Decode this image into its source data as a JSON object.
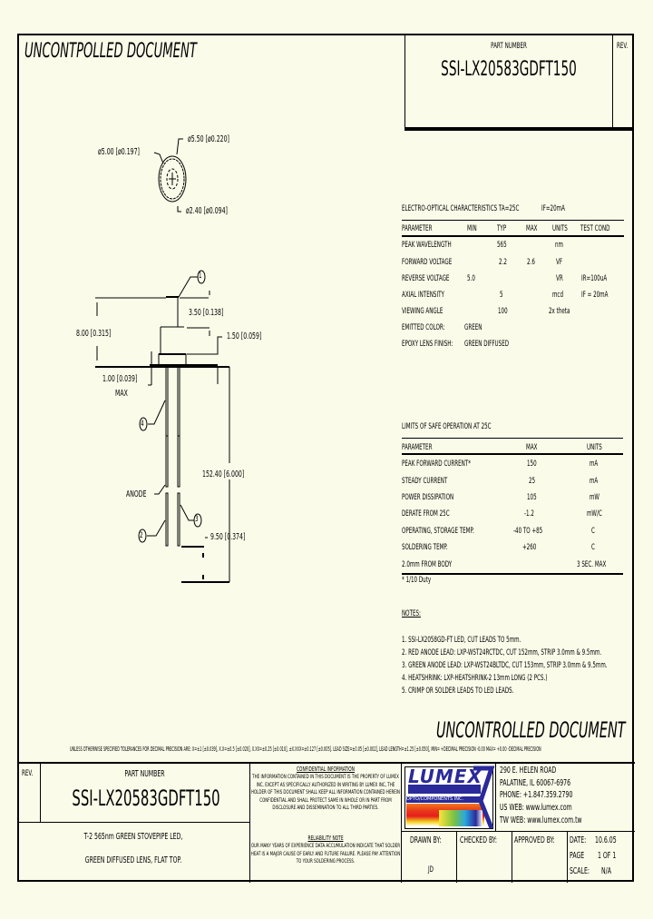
{
  "header": {
    "watermark": "UNCONTPOLLED DOCUMENT",
    "part_number_label": "PART NUMBER",
    "part_number": "SSI-LX20583GDFT150",
    "rev_label": "REV."
  },
  "drawing": {
    "top_view": {
      "dim_outer": "ø5.00 [ø0.197]",
      "dim_flange": "ø5.50 [ø0.220]",
      "dim_inner": "ø2.40 [ø0.094]"
    },
    "side_view": {
      "callout_1": "1",
      "callout_2": "2",
      "callout_3": "3",
      "callout_4": "4",
      "dim_overall_height": "8.00 [0.315]",
      "dim_lens_height": "3.50 [0.138]",
      "dim_flange": "1.50 [0.059]",
      "dim_standoff": "1.00 [0.039]",
      "dim_standoff_note": "MAX",
      "dim_lead_length": "152.40 [6.000]",
      "dim_strip": "9.50 [0.374]",
      "anode_label": "ANODE"
    }
  },
  "electro_optical": {
    "title": "ELECTRO-OPTICAL CHARACTERISTICS TA=25C",
    "condition": "IF=20mA",
    "columns": [
      "PARAMETER",
      "MIN",
      "TYP",
      "MAX",
      "UNITS",
      "TEST COND"
    ],
    "rows": [
      [
        "PEAK WAVELENGTH",
        "",
        "565",
        "",
        "nm",
        ""
      ],
      [
        "FORWARD VOLTAGE",
        "",
        "2.2",
        "2.6",
        "VF",
        ""
      ],
      [
        "REVERSE VOLTAGE",
        "5.0",
        "",
        "",
        "VR",
        "IR=100uA"
      ],
      [
        "AXIAL INTENSITY",
        "",
        "5",
        "",
        "mcd",
        "IF = 20mA"
      ],
      [
        "VIEWING ANGLE",
        "",
        "100",
        "",
        "2x theta",
        ""
      ],
      [
        "EMITTED COLOR:",
        "GREEN",
        "",
        "",
        "",
        ""
      ],
      [
        "EPOXY LENS FINISH:",
        "GREEN DIFFUSED",
        "",
        "",
        "",
        ""
      ]
    ]
  },
  "safe_operation": {
    "title": "LIMITS OF SAFE OPERATION AT 25C",
    "columns": [
      "PARAMETER",
      "MAX",
      "UNITS"
    ],
    "rows": [
      [
        "PEAK FORWARD CURRENT*",
        "150",
        "mA"
      ],
      [
        "STEADY CURRENT",
        "25",
        "mA"
      ],
      [
        "POWER DISSIPATION",
        "105",
        "mW"
      ],
      [
        "DERATE FROM 25C",
        "-1.2",
        "mW/C"
      ],
      [
        "OPERATING, STORAGE TEMP.",
        "-40 TO +85",
        "C"
      ],
      [
        "SOLDERING TEMP.",
        "+260",
        "C"
      ],
      [
        "2.0mm FROM BODY",
        "",
        "3 SEC. MAX"
      ]
    ],
    "footnote": "* 1/10 Duty"
  },
  "notes": {
    "title": "NOTES:",
    "items": [
      "1. SSI-LX2058GD-FT LED, CUT LEADS TO 5mm.",
      "2. RED ANODE LEAD: LXP-WST24RCTDC, CUT 152mm, STRIP 3.0mm & 9.5mm.",
      "3. GREEN ANODE LEAD: LXP-WST24BLTDC, CUT 153mm, STRIP 3.0mm & 9.5mm.",
      "4. HEATSHRINK: LXP-HEATSHRINK-2 13mm LONG (2 PCS.)",
      "5. CRIMP OR SOLDER LEADS TO LED LEADS."
    ]
  },
  "footer_watermark": "UNCONTROLLED DOCUMENT",
  "tolerance_note": "UNLESS OTHERWISE SPECIFIED TOLERANCES FOR DECIMAL PRECISION ARE: X=±1 [±0.039], X.X=±0.5 [±0.020], X.XX=±0.25 [±0.010], ±X.XXX=±0.127 [±0.005]. LEAD SIZE=±0.05 [±0.002], LEAD LENGTH=±1.25 [±0.050], MIN= +DECIMAL PRECISION -0.00  MAX= +0.00 -DECIMAL PRECISION",
  "title_block": {
    "rev_label": "REV.",
    "part_number_label": "PART NUMBER",
    "part_number": "SSI-LX20583GDFT150",
    "description_line1": "T-2 565nm GREEN STOVEPIPE LED,",
    "description_line2": "GREEN DIFFUSED LENS, FLAT TOP.",
    "confidential_title": "CONFIDENTIAL INFORMATION",
    "confidential_text": "THE INFORMATION CONTAINED IN THIS DOCUMENT IS THE PROPERTY OF LUMEX INC. EXCEPT AS SPECIFICALLY AUTHORIZED IN WRITING BY LUMEX INC, THE HOLDER OF THIS DOCUMENT SHALL KEEP ALL INFORMATION CONTAINED HEREIN CONFIDENTIAL AND SHALL PROTECT SAME IN WHOLE OR IN PART FROM DISCLOSURE AND DISSEMINATION TO ALL THIRD PARTIES.",
    "reliability_title": "RELIABILITY NOTE",
    "reliability_text": "OUR MANY YEARS OF EXPERIENCE DATA ACCUMULATION INDICATE THAT SOLDER HEAT IS A MAJOR CAUSE OF EARLY AND FUTURE FAILURE. PLEASE PAY ATTENTION TO YOUR SOLDERING PROCESS.",
    "logo_text": "LUMEX",
    "logo_tagline": "OPTO/COMPONENTS INC.",
    "address": [
      "290 E. HELEN ROAD",
      "PALATINE, IL  60067-6976",
      "PHONE: +1.847.359.2790",
      "US WEB: www.lumex.com",
      "TW WEB: www.lumex.com.tw"
    ],
    "drawn_by_label": "DRAWN BY:",
    "drawn_by": "JD",
    "checked_by_label": "CHECKED BY:",
    "approved_by_label": "APPROVED BY:",
    "date_label": "DATE:",
    "date": "10.6.05",
    "page_label": "PAGE",
    "page": "1 OF 1",
    "scale_label": "SCALE:",
    "scale": "N/A"
  },
  "colors": {
    "background": "#fafbe9",
    "ink": "#000000",
    "logo_blue": "#2a2a9a"
  }
}
